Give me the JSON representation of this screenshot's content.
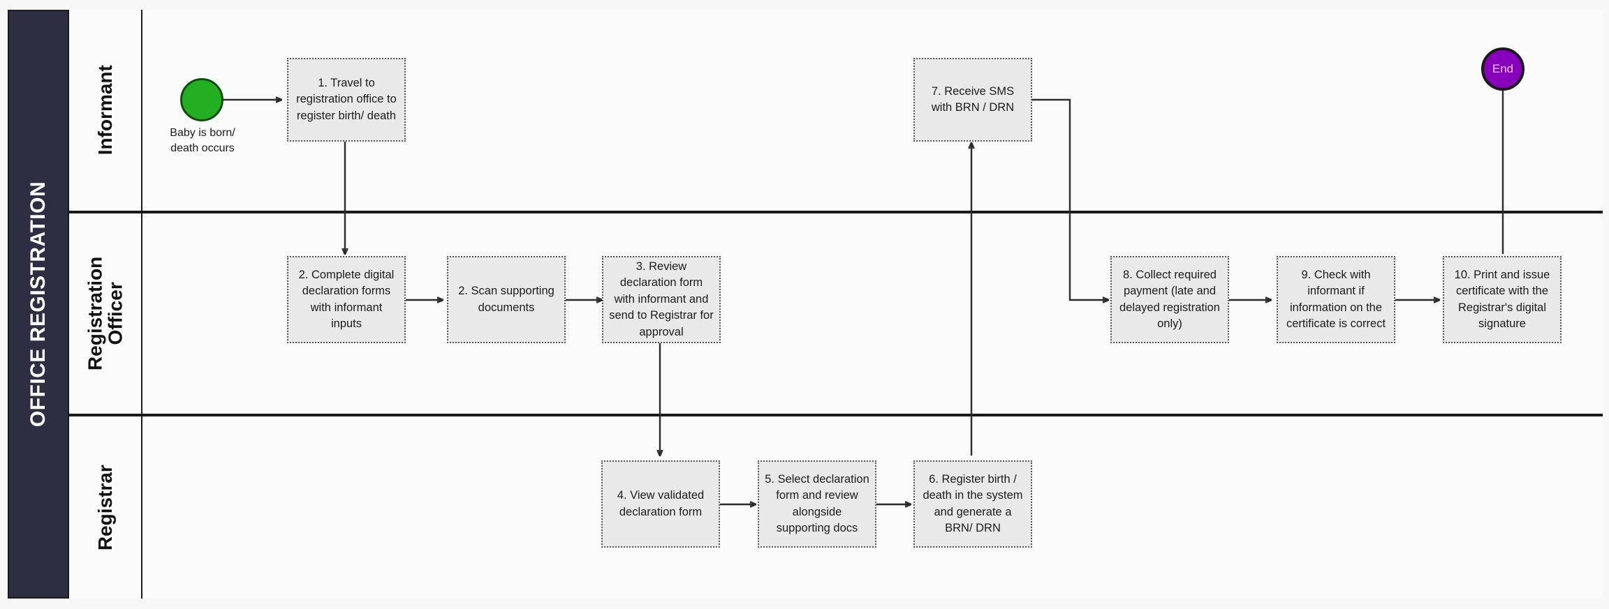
{
  "pool": {
    "title": "OFFICE REGISTRATION"
  },
  "lanes": [
    {
      "id": "informant",
      "label": "Informant"
    },
    {
      "id": "officer",
      "label": "Registration\nOfficer"
    },
    {
      "id": "registrar",
      "label": "Registrar"
    }
  ],
  "events": {
    "start": {
      "label": "",
      "caption": "Baby is born/\ndeath occurs",
      "color": "#22b022"
    },
    "end": {
      "label": "End",
      "caption": "",
      "color": "#8800bb"
    }
  },
  "tasks": [
    {
      "id": "t1",
      "lane": "informant",
      "text": "1. Travel to registration office to register birth/ death"
    },
    {
      "id": "t2a",
      "lane": "officer",
      "text": "2. Complete digital declaration forms with informant inputs"
    },
    {
      "id": "t2b",
      "lane": "officer",
      "text": "2. Scan supporting documents"
    },
    {
      "id": "t3",
      "lane": "officer",
      "text": "3. Review declaration form with informant and send to Registrar for approval"
    },
    {
      "id": "t4",
      "lane": "registrar",
      "text": "4. View validated declaration form"
    },
    {
      "id": "t5",
      "lane": "registrar",
      "text": "5. Select declaration form and review alongside supporting docs"
    },
    {
      "id": "t6",
      "lane": "registrar",
      "text": "6. Register birth / death in the system and generate a BRN/ DRN"
    },
    {
      "id": "t7",
      "lane": "informant",
      "text": "7. Receive SMS with BRN / DRN"
    },
    {
      "id": "t8",
      "lane": "officer",
      "text": "8. Collect required payment (late and delayed registration only)"
    },
    {
      "id": "t9",
      "lane": "officer",
      "text": "9. Check with informant if information on the certificate is correct"
    },
    {
      "id": "t10",
      "lane": "officer",
      "text": "10. Print and issue certificate with the Registrar's digital signature"
    }
  ],
  "flows": [
    {
      "from": "start",
      "to": "t1"
    },
    {
      "from": "t1",
      "to": "t2a"
    },
    {
      "from": "t2a",
      "to": "t2b"
    },
    {
      "from": "t2b",
      "to": "t3"
    },
    {
      "from": "t3",
      "to": "t4"
    },
    {
      "from": "t4",
      "to": "t5"
    },
    {
      "from": "t5",
      "to": "t6"
    },
    {
      "from": "t6",
      "to": "t7"
    },
    {
      "from": "t7",
      "to": "t8"
    },
    {
      "from": "t8",
      "to": "t9"
    },
    {
      "from": "t9",
      "to": "t10"
    },
    {
      "from": "t10",
      "to": "end"
    }
  ],
  "colors": {
    "pool_header_bg": "#2e2e42",
    "task_fill": "#e9e9e9",
    "task_border": "#555555",
    "canvas_bg": "#f7f7f7",
    "lane_bg": "#fafafa",
    "line": "#2b2b2b"
  }
}
